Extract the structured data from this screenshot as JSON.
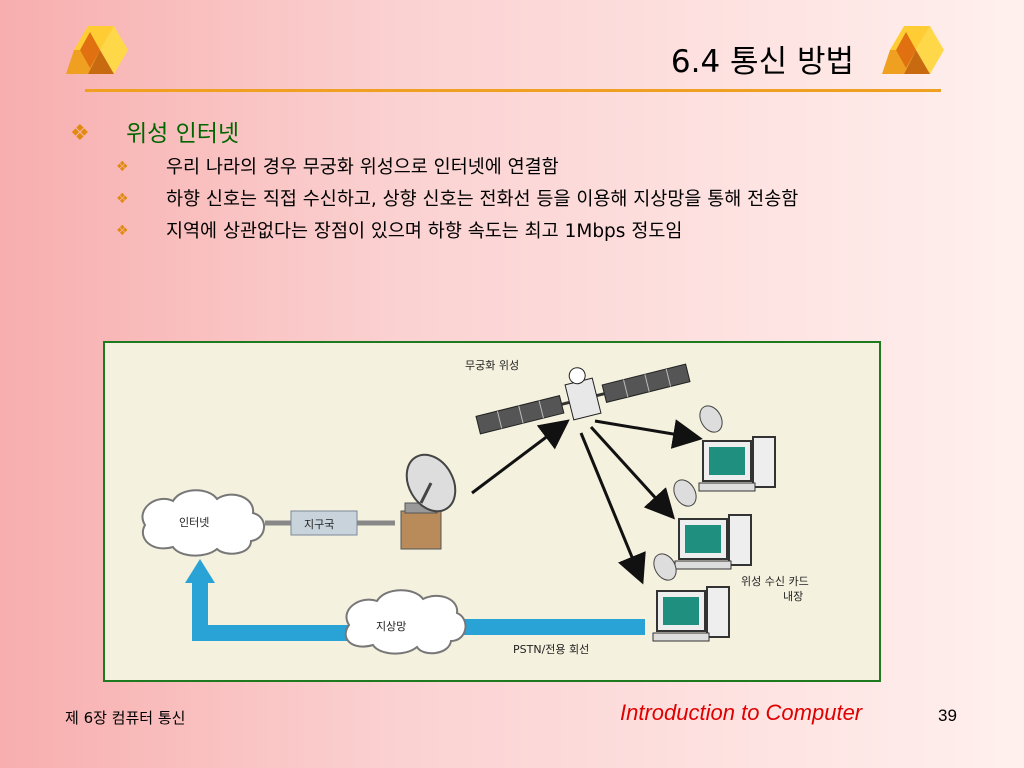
{
  "slide": {
    "title": "6.4 통신 방법"
  },
  "bullets": {
    "heading": "위성 인터넷",
    "items": [
      "우리 나라의 경우 무궁화 위성으로 인터넷에 연결함",
      "하향 신호는 직접 수신하고, 상향 신호는 전화선 등을 이용해 지상망을 통해 전송함",
      "지역에 상관없다는 장점이 있으며 하향 속도는 최고 1Mbps 정도임"
    ]
  },
  "diagram": {
    "satellite_label": "무궁화 위성",
    "internet_label": "인터넷",
    "earth_station_label": "지구국",
    "ground_network_label": "지상망",
    "pstn_label": "PSTN/전용 회선",
    "card_label_line1": "위성 수신 카드",
    "card_label_line2": "내장"
  },
  "footer": {
    "chapter": "제 6장 컴퓨터 통신",
    "course": "Introduction to Computer",
    "page": "39"
  },
  "colors": {
    "accent_orange": "#e08a10",
    "heading_green": "#006600",
    "footer_red": "#e00000",
    "figure_border": "#1e7a1e",
    "arrow_blue": "#29a3d6"
  },
  "icons": [
    "cube-logo-icon",
    "diamond-bullet-icon",
    "satellite-icon",
    "dish-antenna-icon",
    "computer-icon",
    "cloud-icon"
  ]
}
